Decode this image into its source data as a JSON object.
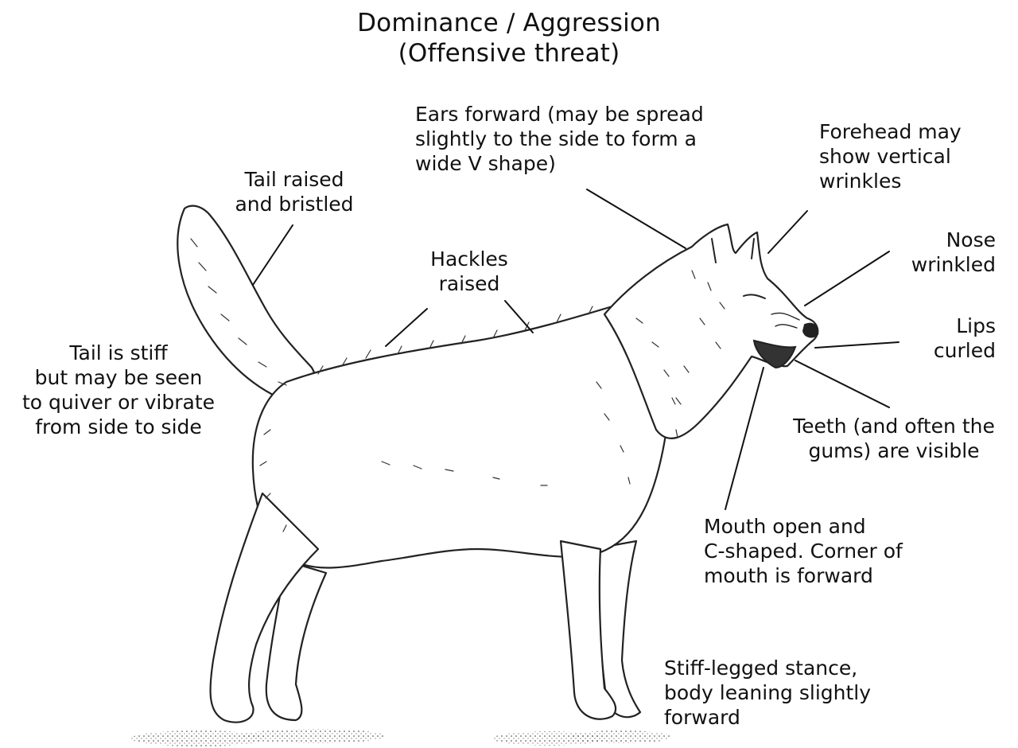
{
  "title": {
    "line1": "Dominance / Aggression",
    "line2": "(Offensive threat)"
  },
  "labels": {
    "ears": [
      "Ears forward (may be spread",
      "slightly to the side to form a",
      "wide V shape)"
    ],
    "forehead": [
      "Forehead may",
      "show vertical",
      "wrinkles"
    ],
    "tail_raised": [
      "Tail raised",
      "and bristled"
    ],
    "nose": [
      "Nose",
      "wrinkled"
    ],
    "hackles": [
      "Hackles",
      "raised"
    ],
    "lips": [
      "Lips",
      "curled"
    ],
    "tail_stiff": [
      "Tail is stiff",
      "but may be seen",
      "to quiver or vibrate",
      "from side to side"
    ],
    "teeth": [
      "Teeth (and often the",
      "gums) are visible"
    ],
    "mouth": [
      "Mouth open and",
      "C-shaped. Corner of",
      "mouth is forward"
    ],
    "stance": [
      "Stiff-legged stance,",
      "body leaning slightly",
      "forward"
    ]
  },
  "illustration": {
    "subject": "wolf-illustration",
    "line_color": "#222222",
    "fill_color": "#ffffff",
    "shadow_color": "#555555"
  }
}
